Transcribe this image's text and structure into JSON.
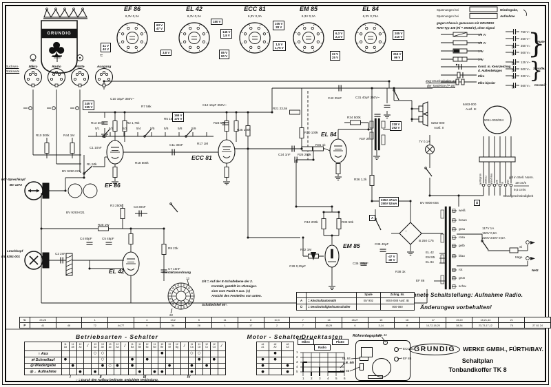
{
  "meta": {
    "brand": "GRUNDIG",
    "company": "WERKE GMBH., FÜRTH/BAY.",
    "doc": "Schaltplan",
    "model": "Tonbandkoffer TK 8"
  },
  "tubes_top": [
    {
      "name": "EF 86",
      "heater": "6,3V  0,2A"
    },
    {
      "name": "EL 42",
      "heater": "6,3V  0,2A"
    },
    {
      "name": "ECC 81",
      "heater": "6,3V  0,3A"
    },
    {
      "name": "EM 85",
      "heater": "6,3V  0,3A"
    },
    {
      "name": "EL 84",
      "heater": "6,3V  0,76A"
    }
  ],
  "sockets": {
    "rear1": "Buchsen-",
    "rear2": "Rückseite",
    "items": [
      {
        "label": "Mikro",
        "icon": "microphone-icon"
      },
      {
        "label": "Radio",
        "icon": "radio-icon"
      },
      {
        "label": "Platte",
        "icon": "record-player-icon"
      },
      {
        "label": "Ausgang",
        "icon": "output-icon"
      }
    ]
  },
  "legend": {
    "l1": "Spannungen bei",
    "l2": "Spannungen bei",
    "b1": "Wiedergabe,",
    "b2": "Aufnahme",
    "n1": "gegen Chassis gemessen mit GRUNDIG",
    "n2": "RVM Typ 138 (Ri = 30MΩ/V), ohne Signal",
    "resistors": [
      "1/3 W",
      "1/2 W",
      "1 W",
      "3 W"
    ],
    "rnotes": [
      "Kond. m. Kennzeichng.",
      "d. Außenbelages",
      "Elko",
      "Elko bipolar"
    ],
    "caps": [
      "750 V~",
      "250 V~",
      "350 V=",
      "500 V=",
      "125 V~",
      "500 V=",
      "330 V=",
      "560 V="
    ],
    "groups": [
      "Papier",
      "Styroflex",
      "Keramik"
    ]
  },
  "schematic": {
    "labels": [
      [
        "EF 86",
        152,
        264,
        "tube"
      ],
      [
        "ECC 81",
        278,
        224,
        "tube"
      ],
      [
        "EL 84",
        466,
        190,
        "tube"
      ],
      [
        "EM 85",
        498,
        352,
        "tube"
      ],
      [
        "EL 42",
        158,
        389,
        "tube"
      ],
      [
        "Hör-Sprechkopf",
        2,
        258,
        "tb"
      ],
      [
        "BV 1272",
        14,
        266,
        "tb"
      ],
      [
        "Löschkopf",
        10,
        362,
        "tb"
      ],
      [
        "BV 9291-001",
        2,
        370,
        "tb"
      ],
      [
        "5011-003/004",
        703,
        172,
        "t"
      ],
      [
        "B 250 C75",
        608,
        347,
        "t"
      ],
      [
        "7V  0,1A",
        608,
        203,
        "t"
      ],
      [
        "BV 9006-004",
        610,
        292,
        "t"
      ],
      [
        "Si",
        754,
        356,
        "t"
      ],
      [
        "träge",
        748,
        371,
        "t"
      ],
      [
        "Netz",
        772,
        390,
        "tb"
      ],
      [
        "117V      1A",
        700,
        329,
        "t"
      ],
      [
        "150V      0,8A",
        700,
        336,
        "t"
      ],
      [
        "220V-240V  0,5A",
        700,
        343,
        "t"
      ],
      [
        "weiß",
        666,
        303,
        "t"
      ],
      [
        "braun",
        666,
        317,
        "t"
      ],
      [
        "grau",
        666,
        330,
        "t"
      ],
      [
        "rosa",
        666,
        342,
        "t"
      ],
      [
        "gelb",
        666,
        354,
        "t"
      ],
      [
        "blau",
        666,
        369,
        "t"
      ],
      [
        "rot",
        666,
        389,
        "t"
      ],
      [
        "grün",
        666,
        401,
        "t"
      ],
      [
        "schw.",
        666,
        413,
        "t"
      ],
      [
        "EL 42",
        618,
        364,
        "t"
      ],
      [
        "EM 85",
        618,
        371,
        "t"
      ],
      [
        "EL 84",
        618,
        378,
        "t"
      ],
      [
        "EF 86",
        604,
        405,
        "t"
      ],
      [
        "6463-000",
        672,
        149,
        "t"
      ],
      [
        "Ausf. III",
        676,
        156,
        "t"
      ],
      [
        "6262-000",
        626,
        176,
        "t"
      ],
      [
        "Ausf. II",
        630,
        183,
        "t"
      ],
      [
        "Zug-Druckschalter an",
        618,
        115,
        "tu"
      ],
      [
        "der Tastleiste (P 40)",
        620,
        122,
        "tu"
      ],
      [
        "Kontaktanordnung",
        236,
        393,
        "tb"
      ],
      [
        "2/4 = Auf der E-Schaltebene der 2.",
        293,
        406,
        "tb"
      ],
      [
        "Kontakt, gezählt im Uhrzeiger-",
        307,
        413,
        "tb"
      ],
      [
        "sinn vom Punkt A aus. (=)",
        307,
        420,
        "tb"
      ],
      [
        "Ansicht des Festteiles von unten.",
        307,
        427,
        "tb"
      ],
      [
        "Schaltwinkel 60°.",
        293,
        440,
        "tb"
      ],
      [
        "Gezeichnete Schaltstellung: Aufnahme Radio.",
        572,
        424,
        "note"
      ],
      [
        "Änderungen  vorbehalten!",
        610,
        442,
        "note"
      ],
      [
        "gilt in Stell. Norm.",
        739,
        255,
        "t"
      ],
      [
        "19 cm/s",
        748,
        263,
        "t"
      ],
      [
        "9,5 cm/s",
        746,
        273,
        "t"
      ],
      [
        "Bandgeschwindigkeit",
        731,
        282,
        "t"
      ],
      [
        "C10 16μF 350V~",
        160,
        141,
        "t"
      ],
      [
        "R7 56k",
        205,
        152,
        "t"
      ],
      [
        "R13 300k",
        132,
        176,
        "t"
      ],
      [
        "R2 1,75k",
        184,
        176,
        "t"
      ],
      [
        "C11 30nF",
        246,
        208,
        "t"
      ],
      [
        "R18 500k",
        196,
        234,
        "t"
      ],
      [
        "R1 50k",
        126,
        236,
        "t"
      ],
      [
        "C1 10nF",
        130,
        212,
        "t"
      ],
      [
        "BV 9290-027",
        90,
        246,
        "t"
      ],
      [
        "R5 100k",
        238,
        170,
        "t"
      ],
      [
        "C12 16μF 350V~",
        294,
        150,
        "t"
      ],
      [
        "R23 56k",
        310,
        176,
        "t"
      ],
      [
        "R25 100k",
        344,
        186,
        "t"
      ],
      [
        "R17 1M",
        286,
        206,
        "t"
      ],
      [
        "C24 1nF",
        404,
        222,
        "t"
      ],
      [
        "R26 250k",
        432,
        222,
        "t"
      ],
      [
        "R30 100k",
        442,
        190,
        "t"
      ],
      [
        "R31 1k",
        458,
        208,
        "t"
      ],
      [
        "R21 23,5k",
        396,
        155,
        "t"
      ],
      [
        "C42 25nF",
        476,
        140,
        "t"
      ],
      [
        "R34 500k",
        504,
        168,
        "t"
      ],
      [
        "C31 40μF 350V~",
        516,
        139,
        "t"
      ],
      [
        "R37 2k",
        522,
        199,
        "t"
      ],
      [
        "R36 1,2k",
        514,
        258,
        "t"
      ],
      [
        "R12 200k",
        442,
        320,
        "t"
      ],
      [
        "R33 50k",
        496,
        320,
        "t"
      ],
      [
        "R42 1M",
        436,
        360,
        "t"
      ],
      [
        "C28 0,25μF",
        420,
        384,
        "t"
      ],
      [
        "C36 100μF",
        512,
        380,
        "t"
      ],
      [
        "C35 40μF",
        544,
        352,
        "t"
      ],
      [
        "R38 1k",
        574,
        392,
        "t"
      ],
      [
        "R3 250k",
        160,
        296,
        "t"
      ],
      [
        "C3 30nF",
        194,
        298,
        "t"
      ],
      [
        "C4 80pF",
        116,
        344,
        "t"
      ],
      [
        "C5 45pF",
        148,
        344,
        "t"
      ],
      [
        "R28 1W",
        142,
        324,
        "t"
      ],
      [
        "C2 2nF",
        80,
        366,
        "t"
      ],
      [
        "BV 9293-021",
        96,
        306,
        "t"
      ],
      [
        "R8 23k",
        244,
        358,
        "t"
      ],
      [
        "C7 10nF",
        244,
        388,
        "t"
      ],
      [
        "R10 300k",
        52,
        194,
        "t"
      ],
      [
        "R44 1M",
        92,
        194,
        "t"
      ],
      [
        "5/1",
        138,
        184,
        "t"
      ],
      [
        "5/2",
        158,
        184,
        "t"
      ],
      [
        "5/3",
        178,
        184,
        "t"
      ],
      [
        "5/4",
        198,
        184,
        "t"
      ],
      [
        "5/5",
        218,
        184,
        "t"
      ],
      [
        "5/6",
        238,
        184,
        "t"
      ],
      [
        "5/8",
        258,
        184,
        "t"
      ],
      [
        "5/9",
        278,
        184,
        "t"
      ],
      [
        "+",
        600,
        326,
        "t"
      ],
      [
        "~",
        588,
        333,
        "t"
      ],
      [
        "12",
        270,
        402,
        "t"
      ],
      [
        "22",
        246,
        455,
        "t"
      ],
      [
        "gelb/grün",
        700,
        264,
        "rot"
      ],
      [
        "rot/blau",
        708,
        264,
        "rot"
      ],
      [
        "grün/blau",
        716,
        264,
        "rot"
      ],
      [
        "gelb",
        724,
        264,
        "rot"
      ],
      [
        "rot",
        732,
        264,
        "rot"
      ],
      [
        "grün",
        740,
        264,
        "rot"
      ]
    ],
    "vboxes": [
      [
        224,
        32,
        "63 V|47 V"
      ],
      [
        146,
        62,
        "41 V|40 V"
      ],
      [
        306,
        27,
        "180 V"
      ],
      [
        233,
        72,
        "3,8 V"
      ],
      [
        320,
        42,
        "145 V|1,8 V"
      ],
      [
        318,
        72,
        "85 V|80 V"
      ],
      [
        396,
        30,
        "105 V|28 V"
      ],
      [
        396,
        60,
        "1,5 V|1,75 V"
      ],
      [
        484,
        44,
        "6,3 V|2,4 V"
      ],
      [
        479,
        74,
        "22 V|25 V"
      ],
      [
        570,
        44,
        "205 V|210 V"
      ],
      [
        568,
        74,
        "215 V|99 V"
      ],
      [
        120,
        146,
        "245 V|195 V"
      ],
      [
        250,
        163,
        "165 V|170 V"
      ],
      [
        566,
        176,
        "218 V|292 V"
      ],
      [
        550,
        286,
        "235V 47mA|250V 52mA"
      ],
      [
        560,
        368,
        "-47 V|-40 V"
      ],
      [
        536,
        312,
        "A"
      ],
      [
        688,
        290,
        "Ü"
      ]
    ]
  },
  "uetable": {
    "h1": "Spule",
    "h2": "Zchng. Nr.",
    "rows": [
      [
        "A",
        "= Abschaltautomatik",
        "BV 902",
        "8004-088 Ausf. IB"
      ],
      [
        "Ü",
        "= Geschwindigkeitsumschalter",
        "",
        "800-080"
      ]
    ]
  },
  "bottom": {
    "betriebsarten": {
      "title": "Betriebsarten - Schalter",
      "cols": [
        "11|Aa",
        "11|Ab",
        "12|Ac",
        "/",
        "13|Aa",
        "13|Ab",
        "13|Ac",
        "12|Ad",
        "/",
        "11|Ba",
        "11|Bb",
        "12|Bc",
        "11|Bd",
        "13|Be",
        "13|Bf",
        "12|Bg",
        "/",
        "11|Ca",
        "11|Cb",
        "12|Cc",
        "12|Cd",
        "/"
      ],
      "rows": [
        {
          "icon": "○",
          "label": "Aus",
          "cells": [
            "",
            "",
            "",
            "",
            "○",
            "○",
            "",
            "",
            "",
            "",
            "",
            "",
            "",
            "●",
            "",
            "",
            "",
            "○",
            "○",
            "",
            "",
            ""
          ]
        },
        {
          "icon": "⇄",
          "label": "Schnellauf",
          "cells": [
            "●",
            "",
            "",
            "",
            "",
            "○",
            "",
            "",
            "",
            "●",
            "",
            "●",
            "",
            "",
            "",
            "",
            "",
            "",
            "●",
            "",
            "●",
            ""
          ]
        },
        {
          "icon": "◎",
          "label": "Wiedergabe",
          "cells": [
            "",
            "●",
            "",
            "",
            "",
            "●",
            "○",
            "●",
            "",
            "●",
            "",
            "",
            "",
            "",
            "●",
            "",
            "",
            "●",
            "",
            "●",
            "",
            ""
          ]
        },
        {
          "icon": "◎→",
          "label": "Aufnahme",
          "cells": [
            "",
            "",
            "●",
            "",
            "●",
            "",
            "",
            "",
            "",
            "",
            "●",
            "",
            "●",
            "●",
            "",
            "",
            "",
            "●",
            "",
            "",
            "",
            ""
          ]
        }
      ],
      "groups": [
        "I",
        "II",
        "III",
        "IV"
      ],
      "footer": "○ = Durch den Aufbau bedingte, geduldete Verbindung."
    },
    "motor": {
      "title": "Motor - Schalter",
      "cols": [
        "a1|A1",
        "a2|A2",
        "a3|A3"
      ],
      "rows": [
        [
          "",
          "●",
          ""
        ],
        [
          "●",
          "●",
          ""
        ],
        [
          "●",
          "",
          "●"
        ],
        [
          "●",
          "",
          "●"
        ]
      ]
    },
    "drucktasten": {
      "title": "Drucktasten",
      "buttons": [
        "Mikro",
        "Radio",
        "Platte"
      ],
      "note": "z.B. 5/6",
      "row_nums": [
        "1",
        "2",
        "3",
        "4",
        "5"
      ],
      "col_nums": [
        "1",
        "2",
        "3",
        "4",
        "5",
        "6"
      ]
    },
    "lageplan": {
      "title": "Röhrenlageplan",
      "top": "EL 42",
      "left": "EL 84",
      "bottom_left": "EM 85",
      "right_top": "ECC 81",
      "right_bottom": "EF 86"
    },
    "strip": {
      "r1l": "C",
      "r2l": "P",
      "r1": [
        "25,28",
        "",
        "1",
        "",
        "4",
        "13,2",
        "5",
        "11",
        "8",
        "10,3",
        "7",
        "14",
        "26,27",
        "15",
        "16",
        "17",
        "19,20",
        "18,21,44",
        "21",
        ""
      ],
      "r2": [
        "41",
        "48",
        "72",
        "44,77",
        "9",
        "34",
        "28",
        "1",
        "17",
        "2",
        "7",
        "85,29",
        "6",
        "3,14",
        "8",
        "14,72,18,20",
        "38,34",
        "23,73,17,12",
        "75",
        "27 81 24"
      ]
    }
  }
}
